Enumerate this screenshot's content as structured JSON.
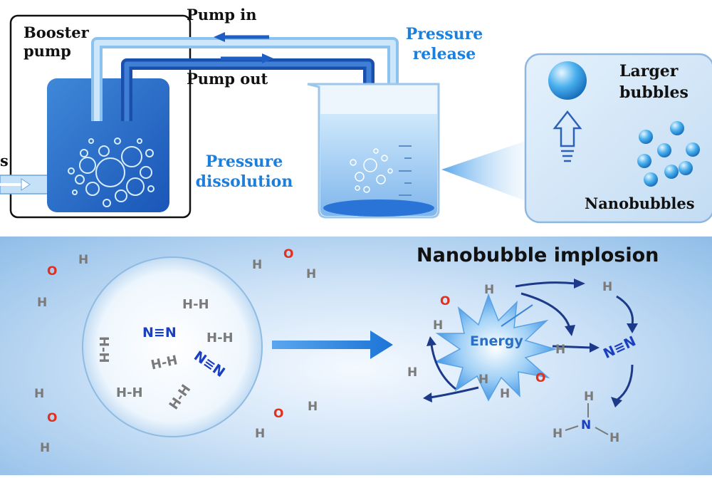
{
  "top_panel": {
    "booster_pump": "Booster pump",
    "pump_in": "Pump in",
    "pump_out": "Pump out",
    "pressure_release": "Pressure release",
    "pressure_dissolution": "Pressure dissolution",
    "edge_fragment": "s",
    "inset": {
      "larger_bubbles": "Larger bubbles",
      "nanobubbles": "Nanobubbles"
    }
  },
  "bottom_panel": {
    "title": "Nanobubble implosion",
    "energy": "Energy",
    "molecules": {
      "hydrogen": "H-H",
      "nitrogen": "N≡N",
      "h": "H",
      "o": "O",
      "n": "N"
    }
  },
  "colors": {
    "accent_blue": "#1c7fdc",
    "oxygen_red": "#e0301e",
    "nitrogen_blue": "#1a3fbf",
    "hydrogen_gray": "#7a7a7a",
    "arrow_navy": "#1d3a8a"
  }
}
